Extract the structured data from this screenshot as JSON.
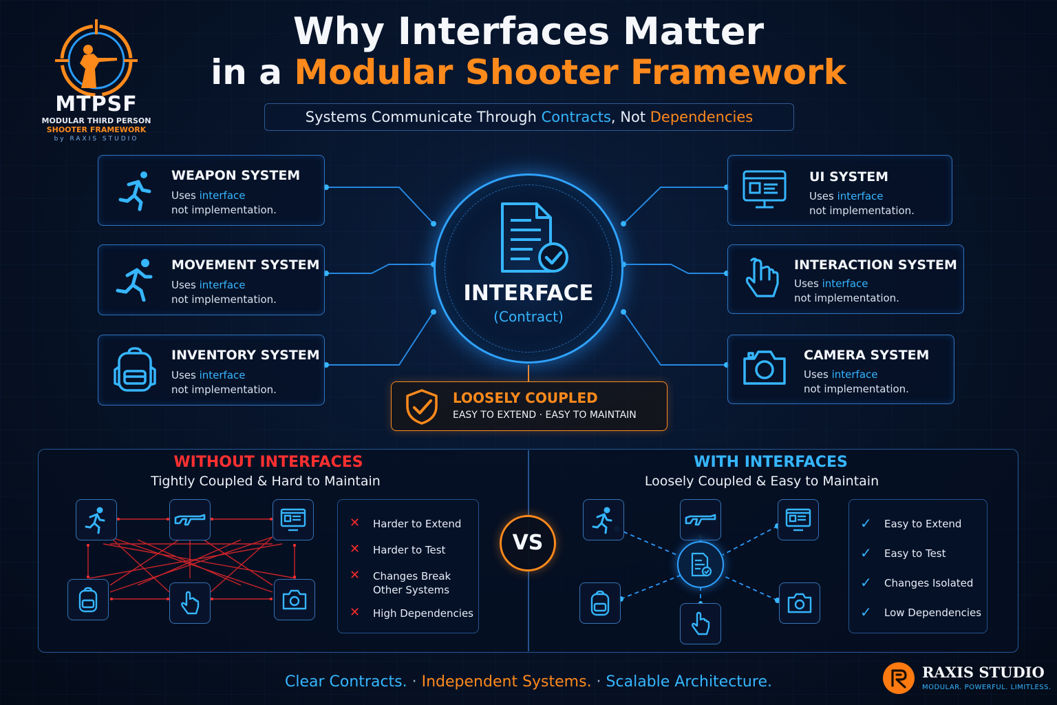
{
  "logo": {
    "name": "MTPSF",
    "line1": "MODULAR THIRD PERSON",
    "line2": "SHOOTER FRAMEWORK",
    "line3": "by RAXIS STUDIO"
  },
  "title": {
    "line1": "Why Interfaces Matter",
    "line2_prefix": "in a ",
    "line2_highlight": "Modular Shooter Framework"
  },
  "subtitle": {
    "part1": "Systems Communicate Through ",
    "contracts": "Contracts",
    "part2": ", Not ",
    "dependencies": "Dependencies"
  },
  "systems": {
    "uses": "Uses ",
    "interface_word": "interface",
    "not_impl": "not implementation.",
    "left": [
      {
        "name": "WEAPON SYSTEM",
        "icon": "running-person-icon"
      },
      {
        "name": "MOVEMENT SYSTEM",
        "icon": "running-person-icon"
      },
      {
        "name": "INVENTORY SYSTEM",
        "icon": "backpack-icon"
      }
    ],
    "right": [
      {
        "name": "UI SYSTEM",
        "icon": "monitor-icon"
      },
      {
        "name": "INTERACTION SYSTEM",
        "icon": "pointer-hand-icon"
      },
      {
        "name": "CAMERA SYSTEM",
        "icon": "camera-icon"
      }
    ]
  },
  "center": {
    "label": "INTERFACE",
    "sub": "(Contract)"
  },
  "loosely": {
    "title": "LOOSELY COUPLED",
    "sub": "EASY TO EXTEND  ·  EASY TO MAINTAIN"
  },
  "without": {
    "title": "WITHOUT INTERFACES",
    "sub": "Tightly Coupled & Hard to Maintain",
    "items": [
      "Harder to Extend",
      "Harder to Test",
      "Changes Break",
      "Other Systems",
      "High Dependencies"
    ]
  },
  "vs": "VS",
  "with": {
    "title": "WITH INTERFACES",
    "sub": "Loosely Coupled & Easy to Maintain",
    "items": [
      "Easy to Extend",
      "Easy to Test",
      "Changes Isolated",
      "Low Dependencies"
    ]
  },
  "footer": {
    "a": "Clear Contracts.",
    "b": "Independent Systems.",
    "c": "Scalable Architecture.",
    "sep": " · "
  },
  "brand": {
    "name": "RAXIS STUDIO",
    "tagline": "MODULAR. POWERFUL. LIMITLESS."
  },
  "colors": {
    "accent_blue": "#36b6ff",
    "accent_orange": "#ff8a1c",
    "bad_red": "#ff3030",
    "background": "#07142a"
  }
}
